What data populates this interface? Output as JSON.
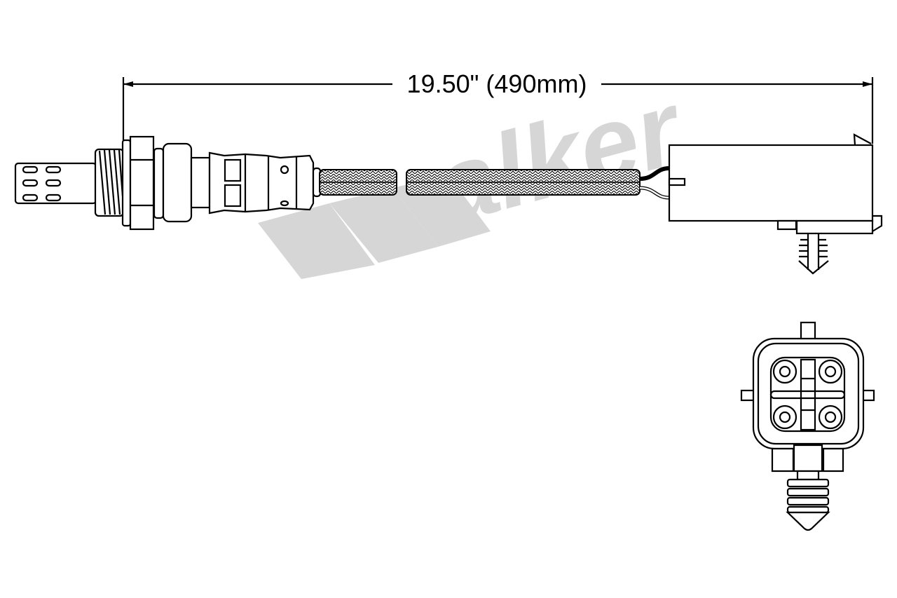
{
  "dimension": {
    "length_label": "19.50\" (490mm)"
  },
  "watermark": {
    "brand": "Walker",
    "color": "#d6d6d6"
  },
  "colors": {
    "line": "#000000",
    "background": "#ffffff"
  },
  "views": [
    "side-view-sensor-assembly",
    "connector-end-view"
  ]
}
